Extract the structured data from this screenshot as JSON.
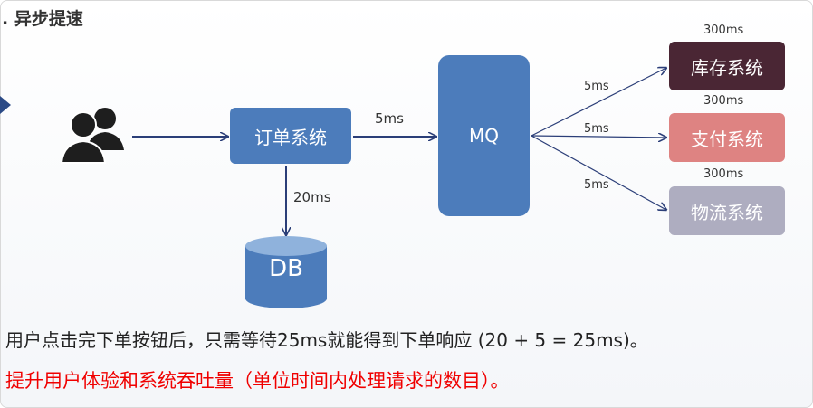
{
  "title": ". 异步提速",
  "nodes": {
    "order": "订单系统",
    "mq": "MQ",
    "db": "DB",
    "inventory": "库存系统",
    "payment": "支付系统",
    "logistics": "物流系统"
  },
  "edges": {
    "order_to_mq": "5ms",
    "order_to_db": "20ms",
    "mq_to_inventory": "5ms",
    "mq_to_payment": "5ms",
    "mq_to_logistics": "5ms"
  },
  "durations": {
    "inventory": "300ms",
    "payment": "300ms",
    "logistics": "300ms"
  },
  "text": {
    "line1": "用户点击完下单按钮后，只需等待25ms就能得到下单响应 (20 + 5 = 25ms)。",
    "line2": "提升用户体验和系统吞吐量（单位时间内处理请求的数目）。"
  },
  "colors": {
    "primary_blue": "#4c7cbb",
    "inventory": "#4a2634",
    "payment": "#de8382",
    "logistics": "#aeadc0",
    "arrow": "#2b3e78",
    "highlight_text": "#f00000"
  }
}
